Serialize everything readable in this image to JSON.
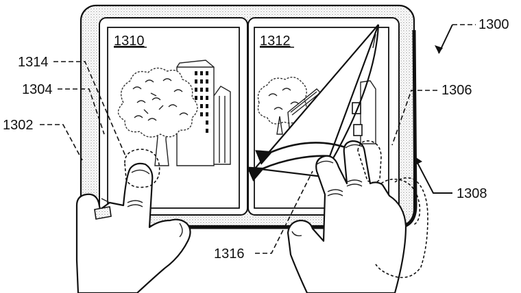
{
  "figure": {
    "device_label": "1300",
    "housing_label": "1302",
    "left_bezel_label": "1304",
    "right_bezel_label": "1306",
    "edge_touch_label": "1308",
    "left_page_label": "1310",
    "right_page_label": "1312",
    "left_touch_label": "1314",
    "page_flip_label": "1316"
  }
}
